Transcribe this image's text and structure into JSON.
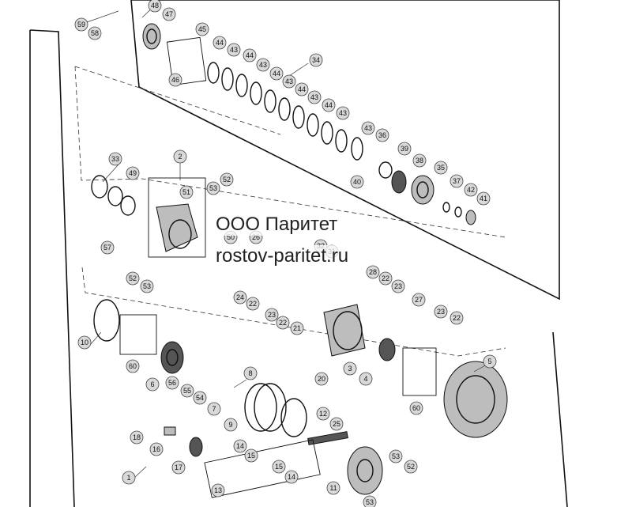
{
  "watermark": {
    "company": "ООО Паритет",
    "site": "rostov-paritet.ru"
  },
  "callouts": [
    {
      "id": "c59",
      "label": "59"
    },
    {
      "id": "c58",
      "label": "58"
    },
    {
      "id": "c48",
      "label": "48"
    },
    {
      "id": "c47",
      "label": "47"
    },
    {
      "id": "c45",
      "label": "45"
    },
    {
      "id": "c46",
      "label": "46"
    },
    {
      "id": "c44a",
      "label": "44"
    },
    {
      "id": "c43a",
      "label": "43"
    },
    {
      "id": "c44b",
      "label": "44"
    },
    {
      "id": "c43b",
      "label": "43"
    },
    {
      "id": "c44c",
      "label": "44"
    },
    {
      "id": "c43c",
      "label": "43"
    },
    {
      "id": "c44d",
      "label": "44"
    },
    {
      "id": "c43d",
      "label": "43"
    },
    {
      "id": "c44e",
      "label": "44"
    },
    {
      "id": "c43e",
      "label": "43"
    },
    {
      "id": "c43f",
      "label": "43"
    },
    {
      "id": "c34",
      "label": "34"
    },
    {
      "id": "c36",
      "label": "36"
    },
    {
      "id": "c39",
      "label": "39"
    },
    {
      "id": "c38",
      "label": "38"
    },
    {
      "id": "c35",
      "label": "35"
    },
    {
      "id": "c40",
      "label": "40"
    },
    {
      "id": "c37",
      "label": "37"
    },
    {
      "id": "c42a",
      "label": "42"
    },
    {
      "id": "c41",
      "label": "41"
    },
    {
      "id": "c33",
      "label": "33"
    },
    {
      "id": "c49",
      "label": "49"
    },
    {
      "id": "c2",
      "label": "2"
    },
    {
      "id": "c51",
      "label": "51"
    },
    {
      "id": "c52a",
      "label": "52"
    },
    {
      "id": "c53a",
      "label": "53"
    },
    {
      "id": "c50",
      "label": "50"
    },
    {
      "id": "c26",
      "label": "26"
    },
    {
      "id": "c32",
      "label": "32"
    },
    {
      "id": "c31",
      "label": "31"
    },
    {
      "id": "c57",
      "label": "57"
    },
    {
      "id": "c52b",
      "label": "52"
    },
    {
      "id": "c53b",
      "label": "53"
    },
    {
      "id": "c28",
      "label": "28"
    },
    {
      "id": "c22a",
      "label": "22"
    },
    {
      "id": "c23a",
      "label": "23"
    },
    {
      "id": "c24",
      "label": "24"
    },
    {
      "id": "c22b",
      "label": "22"
    },
    {
      "id": "c23b",
      "label": "23"
    },
    {
      "id": "c22c",
      "label": "22"
    },
    {
      "id": "c21",
      "label": "21"
    },
    {
      "id": "c27",
      "label": "27"
    },
    {
      "id": "c23c",
      "label": "23"
    },
    {
      "id": "c22d",
      "label": "22"
    },
    {
      "id": "c10",
      "label": "10"
    },
    {
      "id": "c60a",
      "label": "60"
    },
    {
      "id": "c3",
      "label": "3"
    },
    {
      "id": "c20",
      "label": "20"
    },
    {
      "id": "c4",
      "label": "4"
    },
    {
      "id": "c5",
      "label": "5"
    },
    {
      "id": "c6",
      "label": "6"
    },
    {
      "id": "c56",
      "label": "56"
    },
    {
      "id": "c55",
      "label": "55"
    },
    {
      "id": "c54",
      "label": "54"
    },
    {
      "id": "c7",
      "label": "7"
    },
    {
      "id": "c8",
      "label": "8"
    },
    {
      "id": "c60b",
      "label": "60"
    },
    {
      "id": "c9",
      "label": "9"
    },
    {
      "id": "c12",
      "label": "12"
    },
    {
      "id": "c25",
      "label": "25"
    },
    {
      "id": "c18",
      "label": "18"
    },
    {
      "id": "c16",
      "label": "16"
    },
    {
      "id": "c17",
      "label": "17"
    },
    {
      "id": "c14a",
      "label": "14"
    },
    {
      "id": "c15a",
      "label": "15"
    },
    {
      "id": "c15b",
      "label": "15"
    },
    {
      "id": "c14b",
      "label": "14"
    },
    {
      "id": "c13",
      "label": "13"
    },
    {
      "id": "c1",
      "label": "1"
    },
    {
      "id": "c11",
      "label": "11"
    },
    {
      "id": "c53c",
      "label": "53"
    },
    {
      "id": "c52c",
      "label": "52"
    },
    {
      "id": "c53d",
      "label": "53"
    }
  ]
}
